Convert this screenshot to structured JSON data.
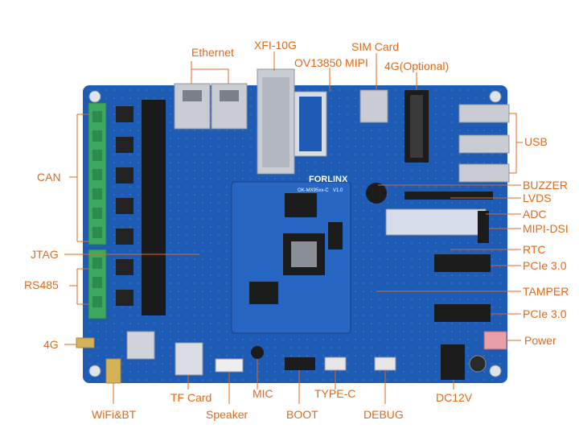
{
  "board": {
    "brand": "FORLINX",
    "model": "OK-MX95xx-C",
    "version": "V1.0"
  },
  "labels": {
    "ethernet": "Ethernet",
    "xfi": "XFI-10G",
    "sim": "SIM Card",
    "ov": "OV13850 MIPI",
    "g4opt": "4G(Optional)",
    "usb": "USB",
    "can": "CAN",
    "buzzer": "BUZZER",
    "lvds": "LVDS",
    "adc": "ADC",
    "mipidsi": "MIPI-DSI",
    "rtc": "RTC",
    "jtag": "JTAG",
    "pcie1": "PCIe 3.0",
    "rs485": "RS485",
    "tamper": "TAMPER",
    "pcie2": "PCIe 3.0",
    "g4": "4G",
    "power": "Power",
    "tfcard": "TF Card",
    "mic": "MIC",
    "dc12v": "DC12V",
    "wifibt": "WiFi&BT",
    "speaker": "Speaker",
    "boot": "BOOT",
    "typec": "TYPE-C",
    "debug": "DEBUG"
  },
  "colors": {
    "label": "#e06a1c",
    "pcb": "#1e5bb4",
    "pcb_dark": "#163f82",
    "terminal": "#3fa860",
    "metal": "#c9ccd2",
    "chip": "#1c1c1c"
  }
}
